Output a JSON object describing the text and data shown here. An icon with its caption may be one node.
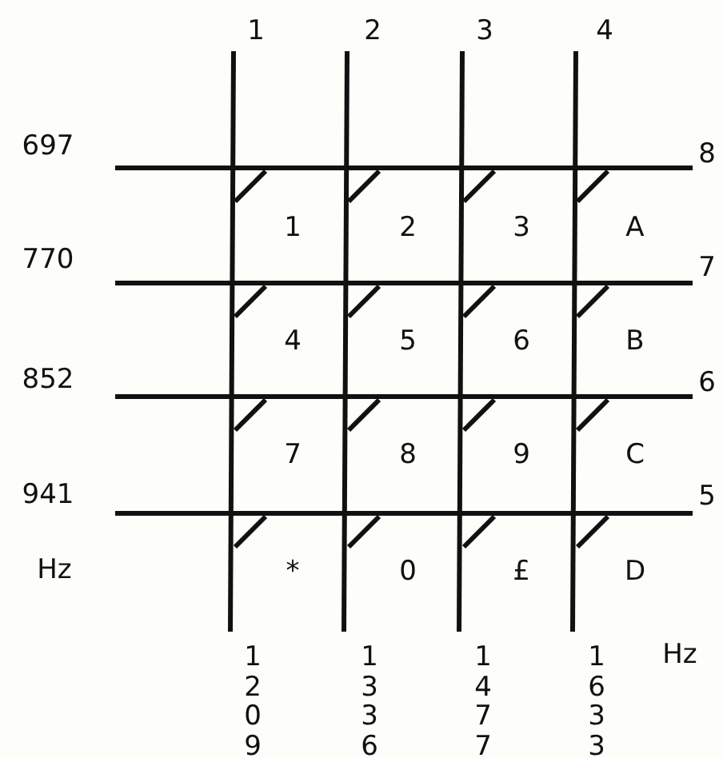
{
  "diagram": {
    "labels": [
      "1",
      "2",
      "3",
      "4",
      "697",
      "8",
      "1",
      "2",
      "3",
      "A",
      "770",
      "7",
      "4",
      "5",
      "6",
      "B",
      "852",
      "6",
      "7",
      "8",
      "9",
      "C",
      "941",
      "5",
      "Hz",
      "*",
      "0",
      "£",
      "D",
      "1209",
      "1336",
      "1477",
      "1633",
      "Hz"
    ]
  }
}
